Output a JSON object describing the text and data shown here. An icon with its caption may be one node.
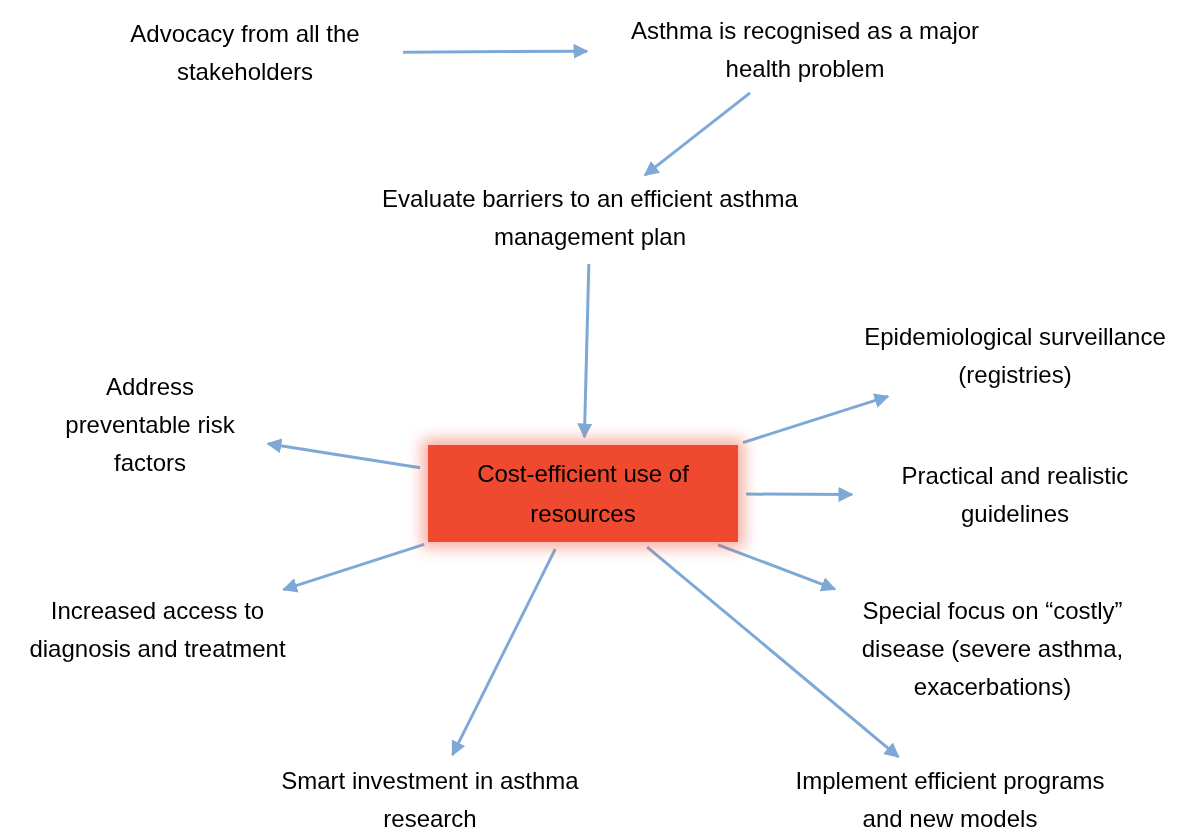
{
  "diagram": {
    "nodes": [
      {
        "text": [
          "Advocacy from all the stakeholders"
        ]
      },
      {
        "text": [
          "Asthma is recognised as a major health problem"
        ]
      },
      {
        "text": [
          "Evaluate barriers to an efficient asthma management plan"
        ]
      },
      {
        "text": [
          "Cost-efficient use of resources"
        ]
      },
      {
        "text": [
          "Address preventable risk factors"
        ]
      },
      {
        "text": [
          "Epidemiological surveillance (registries)"
        ]
      },
      {
        "text": [
          "Practical and realistic guidelines"
        ]
      },
      {
        "text": [
          "Increased access to diagnosis and treatment"
        ]
      },
      {
        "text": [
          "Special focus on “costly” disease (severe asthma, exacerbations)"
        ]
      },
      {
        "text": [
          "Smart investment in asthma research"
        ]
      },
      {
        "text": [
          "Implement efficient programs and new models"
        ]
      }
    ],
    "edges": [
      {
        "from": 0,
        "to": 1,
        "arrow": "to"
      },
      {
        "from": 1,
        "to": 2,
        "arrow": "to"
      },
      {
        "from": 2,
        "to": 3,
        "arrow": "to"
      },
      {
        "from": 3,
        "to": 4,
        "arrow": "to"
      },
      {
        "from": 3,
        "to": 5,
        "arrow": "to"
      },
      {
        "from": 3,
        "to": 6,
        "arrow": "to"
      },
      {
        "from": 3,
        "to": 7,
        "arrow": "to"
      },
      {
        "from": 3,
        "to": 8,
        "arrow": "to"
      },
      {
        "from": 3,
        "to": 9,
        "arrow": "to"
      },
      {
        "from": 3,
        "to": 10,
        "arrow": "to"
      }
    ]
  }
}
